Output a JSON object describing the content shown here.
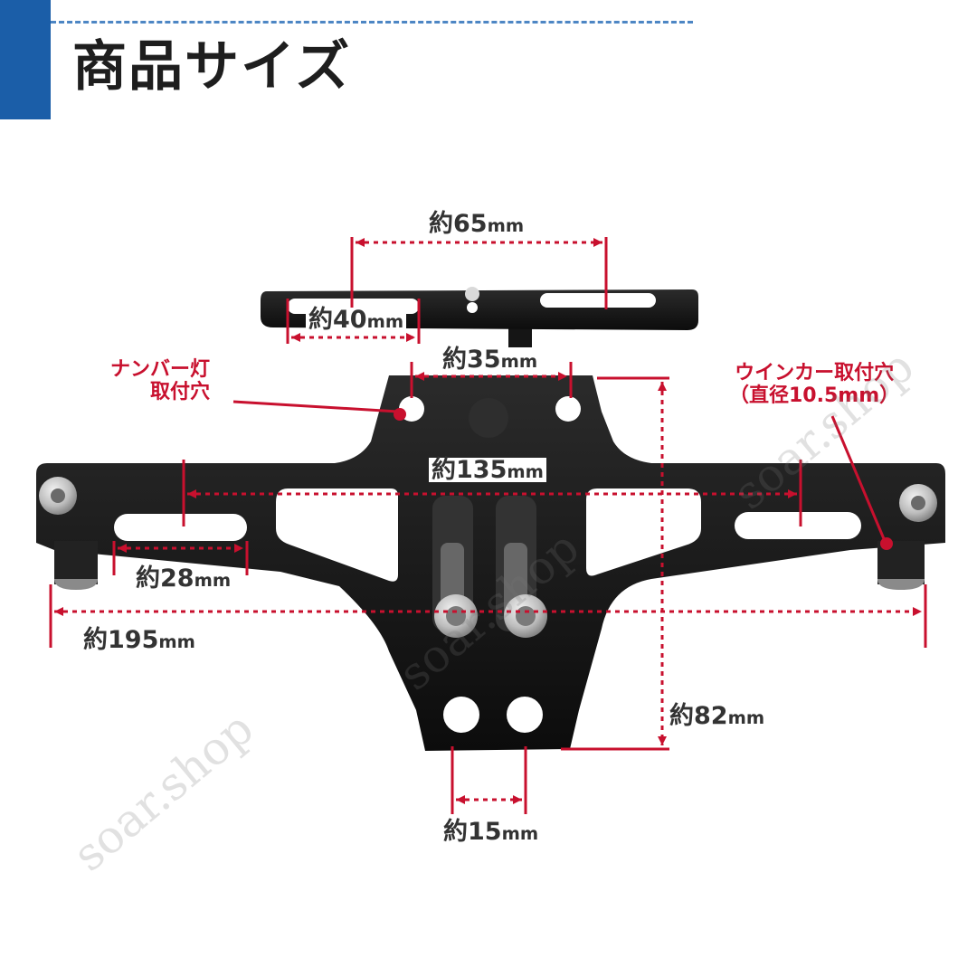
{
  "header": {
    "title": "商品サイズ"
  },
  "colors": {
    "accent": "#1b5ea8",
    "dimension": "#c8102e",
    "part": "#111111"
  },
  "dimensions": {
    "top_plate_width": "約65",
    "slot_length": "約40",
    "lamp_hole_pitch": "約35",
    "signal_hole_pitch": "約135",
    "side_slot_length": "約28",
    "overall_width": "約195",
    "height": "約82",
    "bottom_hole_pitch": "約15",
    "unit": "mm"
  },
  "labels": {
    "number_lamp_line1": "ナンバー灯",
    "number_lamp_line2": "取付穴",
    "winker_line1": "ウインカー取付穴",
    "winker_line2": "（直径10.5mm）"
  },
  "watermark": "soar.shop"
}
